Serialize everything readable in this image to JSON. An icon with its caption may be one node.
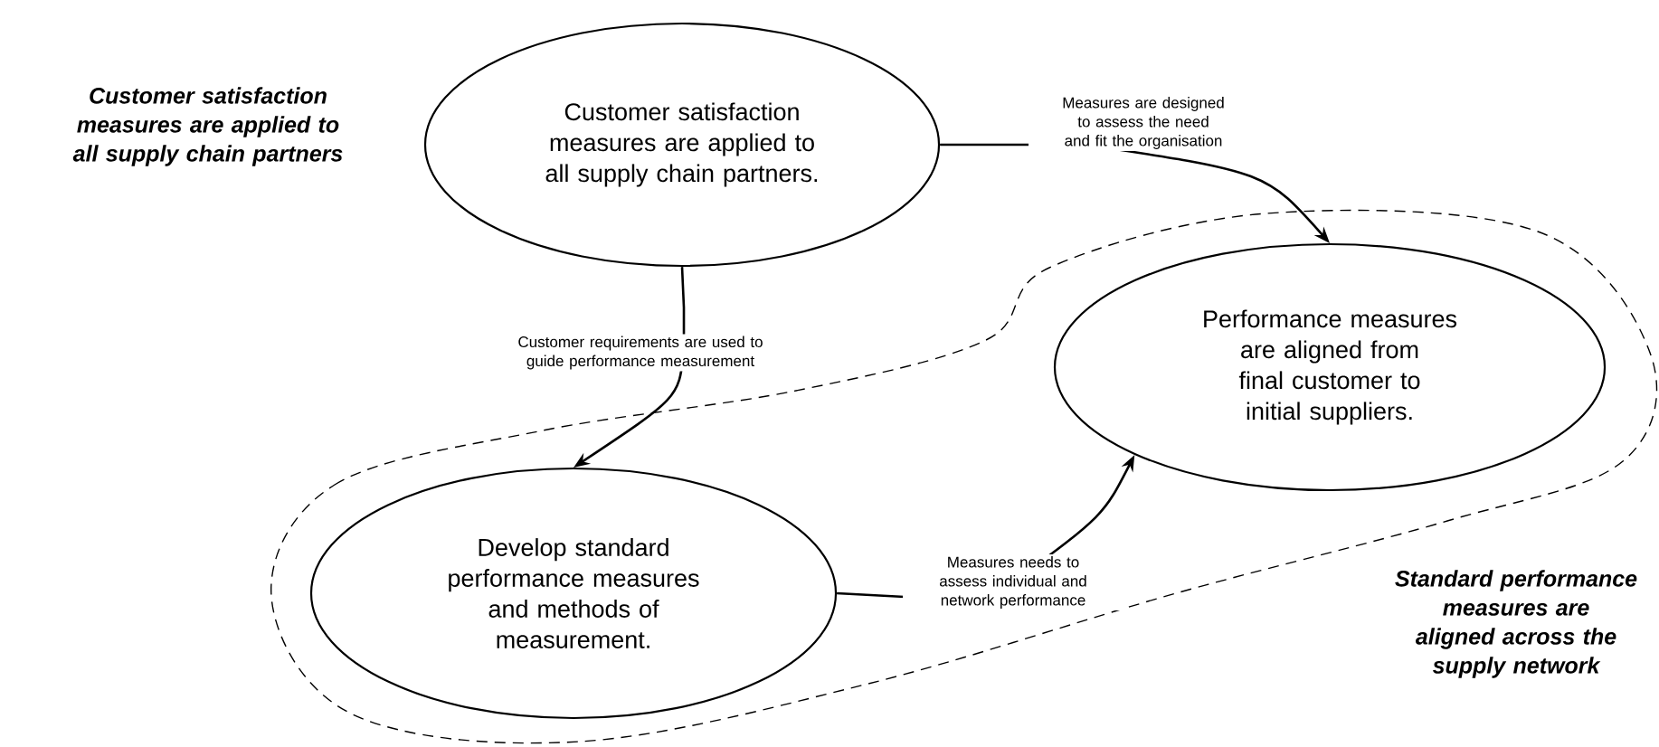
{
  "diagram": {
    "nodes": [
      {
        "text": [
          "Customer satisfaction measures are applied to all supply chain partners."
        ]
      },
      {
        "text": [],
        "shape": "cloud"
      },
      {
        "text": [
          "Performance measures are aligned from final customer to initial suppliers."
        ],
        "in": 1
      },
      {
        "text": [
          "Develop standard performance measures and methods of measurement."
        ],
        "in": 1
      }
    ],
    "edges": [
      {
        "from": 0,
        "to": 3,
        "arrow": "to",
        "label": "Customer requirements are used to guide performance measurement"
      },
      {
        "from": 0,
        "to": 2,
        "arrow": "to",
        "label": "Measures are designed to assess the need and fit the organisation"
      },
      {
        "from": 3,
        "to": 2,
        "arrow": "to",
        "label": "Measures needs to assess individual and network performance"
      }
    ],
    "labels": [
      "Customer satisfaction measures are applied to all supply chain partners",
      "Standard performance measures are aligned across the supply network"
    ]
  }
}
